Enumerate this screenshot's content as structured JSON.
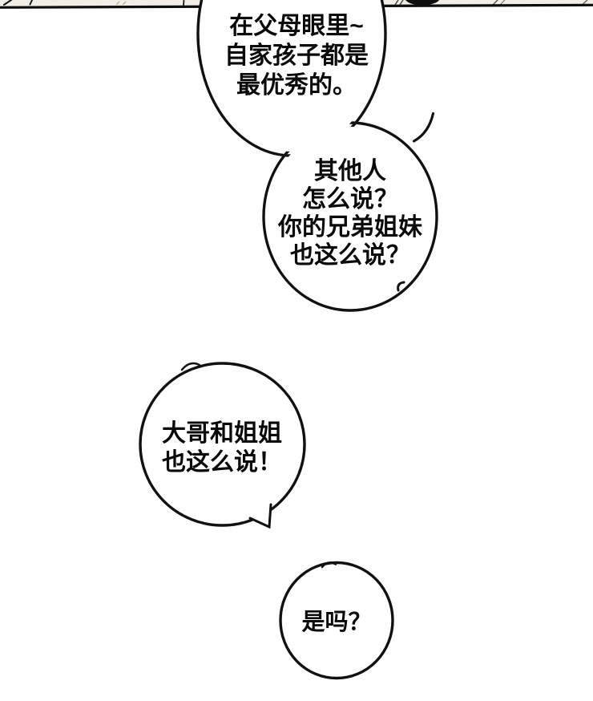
{
  "comic": {
    "bubbles": [
      {
        "id": "parents",
        "lines": [
          "在父母眼里~",
          "自家孩子都是",
          "最优秀的。"
        ]
      },
      {
        "id": "others",
        "lines": [
          "其他人",
          "怎么说？",
          "你的兄弟姐妹",
          "也这么说？"
        ]
      },
      {
        "id": "siblings",
        "lines": [
          "大哥和姐姐",
          "也这么说！"
        ]
      },
      {
        "id": "really",
        "lines": [
          "是吗？"
        ]
      }
    ],
    "colors": {
      "background": "#ffffff",
      "ink": "#111111",
      "bubble_fill": "#ffffff",
      "top_strip": "#f2eee6",
      "panel_border": "#0d0d0d"
    }
  }
}
